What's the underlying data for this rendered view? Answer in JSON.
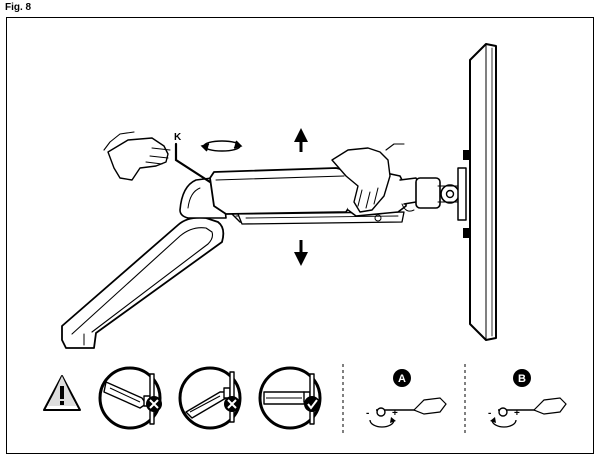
{
  "figure": {
    "label": "Fig. 8"
  },
  "labels": {
    "k": "K",
    "a": "A",
    "b": "B"
  },
  "knob_a": {
    "minus": "-",
    "plus": "+"
  },
  "knob_b": {
    "minus": "-",
    "plus": "+"
  },
  "icons": {
    "warning": "warning-triangle-icon",
    "wrong": "cross-icon",
    "right": "check-icon",
    "up": "arrow-up-icon",
    "down": "arrow-down-icon"
  },
  "colors": {
    "ink": "#000000",
    "paper": "#ffffff",
    "screen_gray": "#dddddd"
  }
}
